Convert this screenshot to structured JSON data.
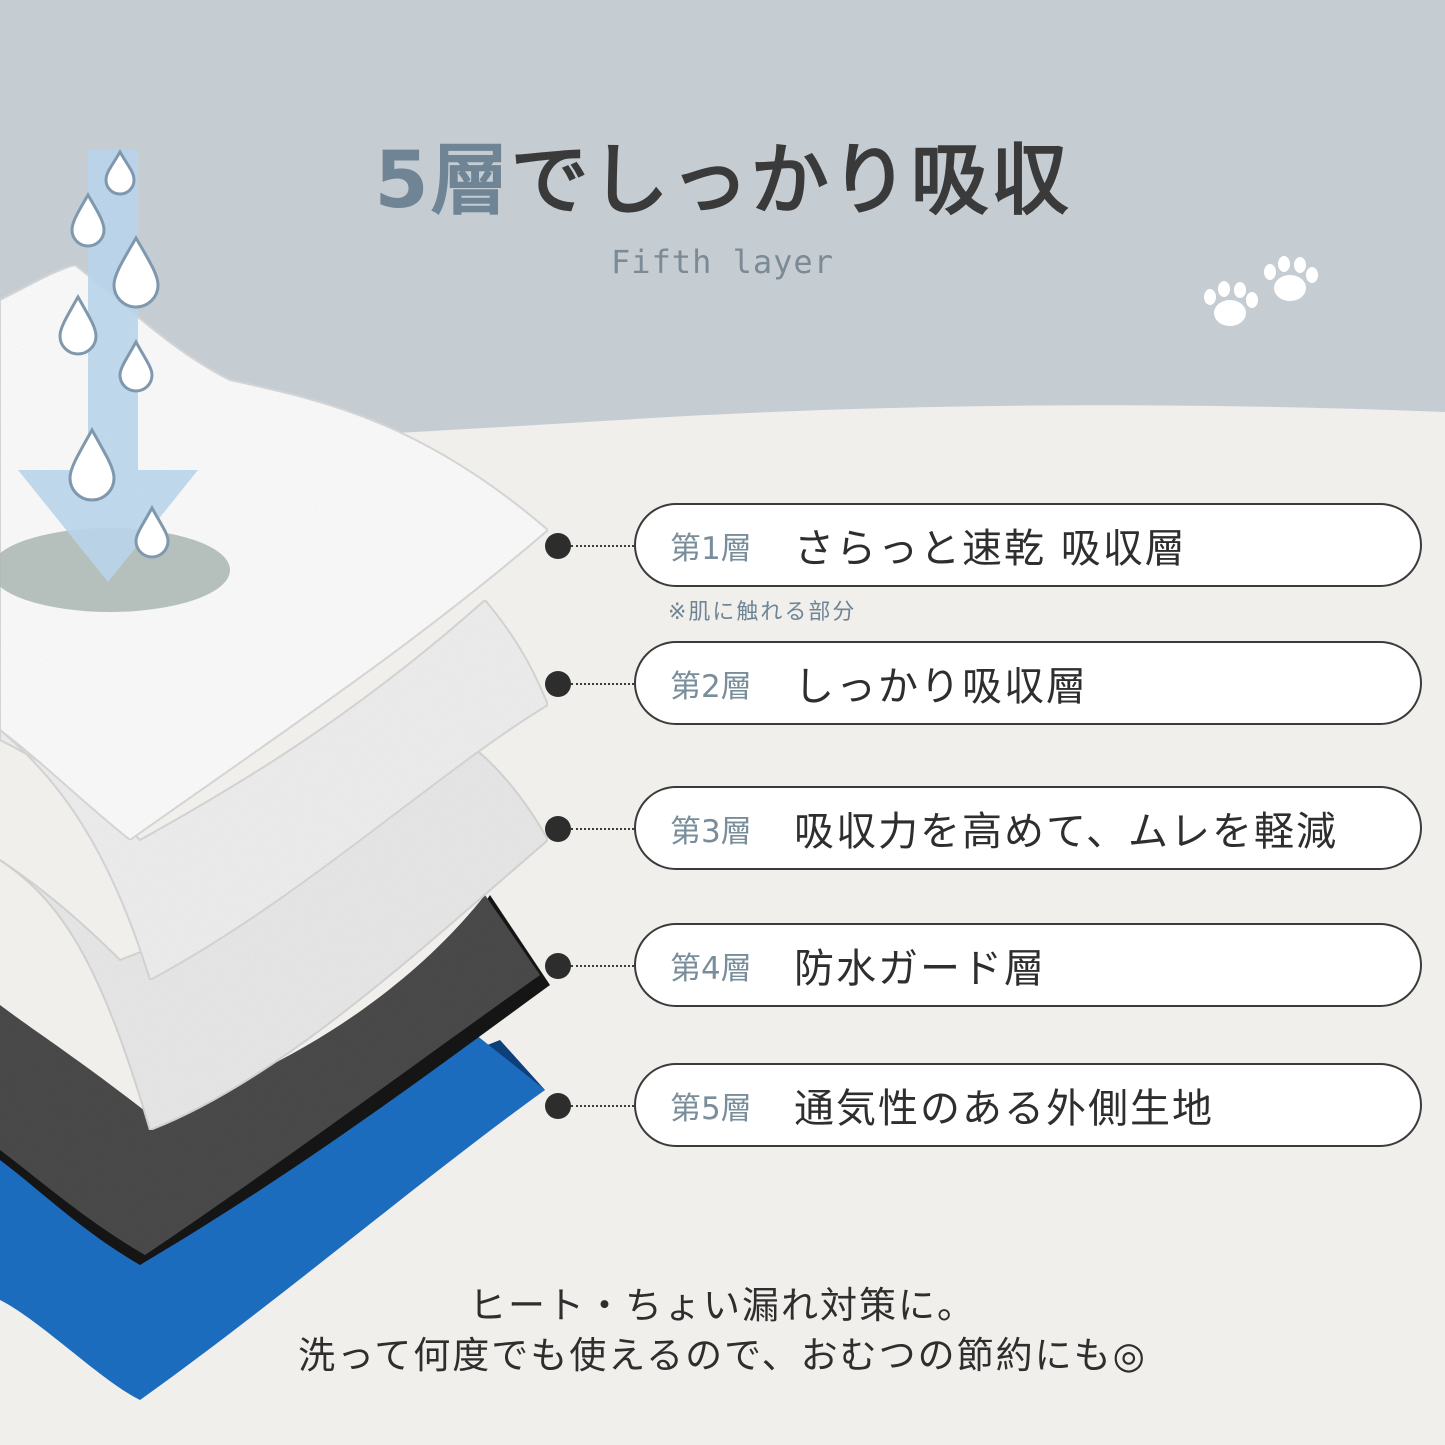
{
  "header": {
    "title_accent": "5層",
    "title_rest": "でしっかり吸収",
    "subtitle": "Fifth layer"
  },
  "layers": [
    {
      "number": "第1層",
      "description": "さらっと速乾 吸収層"
    },
    {
      "number": "第2層",
      "description": "しっかり吸収層"
    },
    {
      "number": "第3層",
      "description": "吸収力を高めて、ムレを軽減"
    },
    {
      "number": "第4層",
      "description": "防水ガード層"
    },
    {
      "number": "第5層",
      "description": "通気性のある外側生地"
    }
  ],
  "layer1_note": "※肌に触れる部分",
  "footer": {
    "line1": "ヒート・ちょい漏れ対策に。",
    "line2": "洗って何度でも使えるので、おむつの節約にも◎"
  },
  "colors": {
    "top_background": "#c5cdd3",
    "bottom_background": "#f1efeb",
    "accent": "#6f8595",
    "layer1": "#ffffff",
    "layer2": "#eeeeee",
    "layer3": "#e8e8e8",
    "layer4": "#4a4a4a",
    "layer5": "#1d6ec2"
  },
  "icons": [
    "water-drop-icon",
    "down-arrow-icon",
    "paw-print-icon"
  ]
}
